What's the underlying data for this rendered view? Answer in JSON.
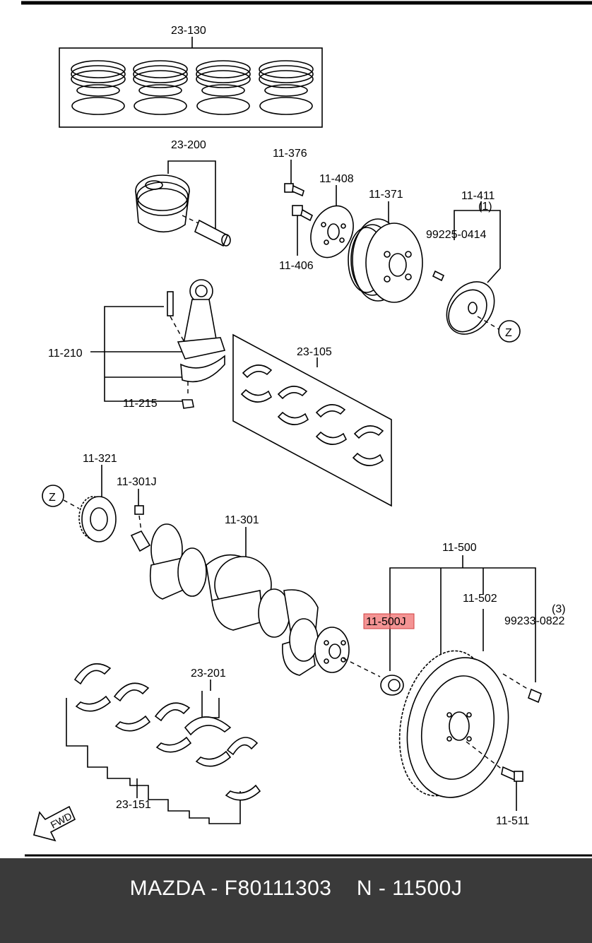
{
  "labels": {
    "l23_130": "23-130",
    "l23_200": "23-200",
    "l11_376": "11-376",
    "l11_408": "11-408",
    "l11_371": "11-371",
    "l11_411": "11-411",
    "l1": "(1)",
    "l99225": "99225-0414",
    "l11_406": "11-406",
    "z1": "Z",
    "l11_210": "11-210",
    "l23_105": "23-105",
    "l11_215": "11-215",
    "l11_321": "11-321",
    "l11_301j": "11-301J",
    "z2": "Z",
    "l11_301": "11-301",
    "l11_500": "11-500",
    "l11_502": "11-502",
    "l3": "(3)",
    "l99233": "99233-0822",
    "l11_500j": "11-500J",
    "l23_201": "23-201",
    "l23_151": "23-151",
    "fwd": "FWD",
    "l11_511": "11-511"
  },
  "highlight_color": "#f07070",
  "footer": {
    "text": "MAZDA - F80111303    N - 11500J"
  }
}
